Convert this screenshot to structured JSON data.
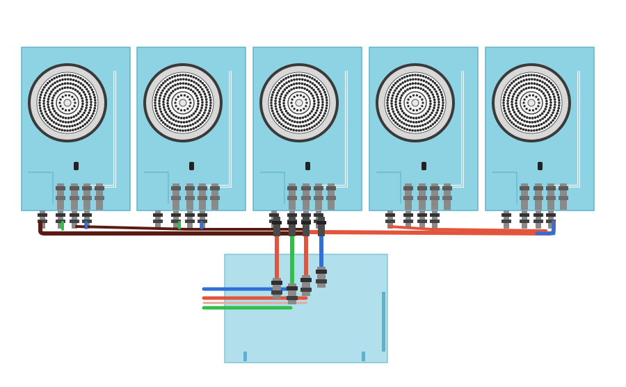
{
  "scene": {
    "unit_count": 5,
    "colors": {
      "background": "#ffffff",
      "unit_body": "#8ed3e4",
      "unit_edge": "#5fb3c8",
      "fan_ring": "#3a3a3a",
      "fan_disc": "#d8d8d8",
      "pipe_dark": "#5a1c12",
      "pipe_red": "#e2553c",
      "pipe_blue": "#2f6fd6",
      "pipe_green": "#2fbf4a",
      "pipe_pink": "#e6a6a0",
      "pipe_gray": "#8a8a8a",
      "manifold_body": "#a9ddea"
    },
    "pipe_legend": [
      "pipe-dark-return",
      "pipe-red-supply",
      "pipe-blue-feed",
      "pipe-green-feed"
    ],
    "icons": [
      "fan-icon",
      "fitting-icon",
      "valve-icon"
    ]
  }
}
